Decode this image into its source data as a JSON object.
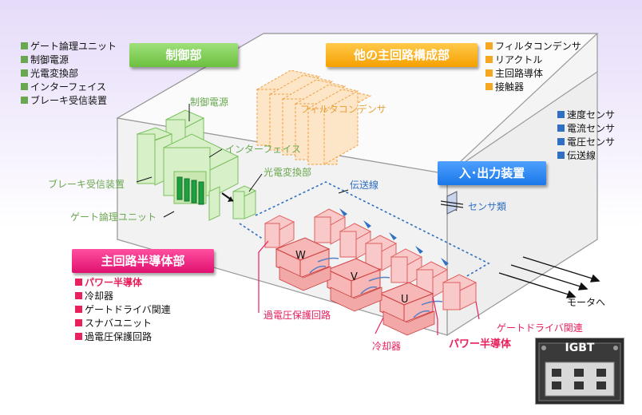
{
  "headers": {
    "control": "制御部",
    "other_main": "他の主回路構成部",
    "io": "入･出力装置",
    "main_semi": "主回路半導体部"
  },
  "lists": {
    "control_items": [
      "ゲート論理ユニット",
      "制御電源",
      "光電変換部",
      "インターフェイス",
      "ブレーキ受信装置"
    ],
    "other_items": [
      "フィルタコンデンサ",
      "リアクトル",
      "主回路導体",
      "接触器"
    ],
    "io_items": [
      "速度センサ",
      "電流センサ",
      "電圧センサ",
      "伝送線"
    ],
    "semi_items": [
      "パワー半導体",
      "冷却器",
      "ゲートドライバ関連",
      "スナバユニット",
      "過電圧保護回路"
    ]
  },
  "labels": {
    "control_power": "制御電源",
    "interface": "インターフェイス",
    "brake": "ブレーキ受信装置",
    "photo": "光電変換部",
    "gate_logic": "ゲート論理ユニット",
    "filter": "フィルタコンデンサ",
    "transmission": "伝送線",
    "sensors": "センサ類",
    "phase_w": "W",
    "phase_v": "V",
    "phase_u": "U",
    "to_motor": "モータへ",
    "overvoltage": "過電圧保護回路",
    "gate_driver": "ゲートドライバ関連",
    "cooler": "冷却器",
    "power_semi": "パワー半導体",
    "igbt": "IGBT"
  },
  "colors": {
    "green": "#6aa84f",
    "orange": "#f5a623",
    "blue": "#2f6fc4",
    "magenta": "#e8205c",
    "pink_fill": "#f9c9c9"
  }
}
